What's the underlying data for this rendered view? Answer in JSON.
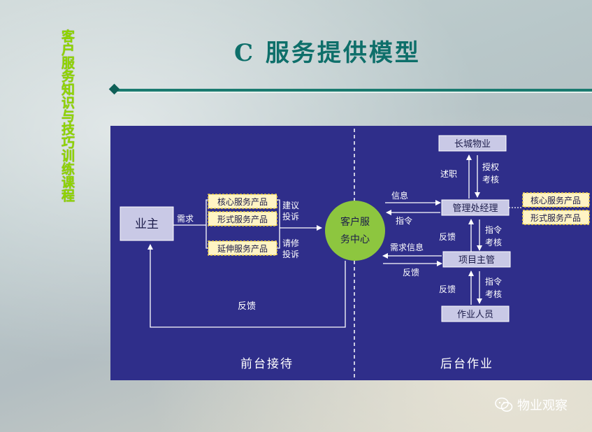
{
  "side_title": "客户服务知识与技巧训练课程",
  "title": "C 服务提供模型",
  "diagram": {
    "owner": "业主",
    "demand": "需求",
    "core_product": "核心服务产品",
    "form_product": "形式服务产品",
    "ext_product": "延伸服务产品",
    "suggest": "建议",
    "complain1": "投诉",
    "repair": "请修",
    "complain2": "投诉",
    "center_line1": "客户服",
    "center_line2": "务中心",
    "feedback_bottom": "反馈",
    "front_label": "前台接待",
    "back_label": "后台作业",
    "company": "长城物业",
    "report": "述职",
    "authorize": "授权",
    "assess1": "考核",
    "info": "信息",
    "command1": "指令",
    "manager": "管理处经理",
    "core_product_r": "核心服务产品",
    "form_product_r": "形式服务产品",
    "feedback1": "反馈",
    "command2": "指令",
    "assess2": "考核",
    "demand_info": "需求信息",
    "feedback2": "反馈",
    "supervisor": "项目主管",
    "feedback3": "反馈",
    "command3": "指令",
    "assess3": "考核",
    "workers": "作业人员"
  },
  "watermark": "物业观察",
  "colors": {
    "panel": "#2f2e8a",
    "box_lavender": "#c9c9e6",
    "box_yellow_border": "#f2d24a",
    "center_circle": "#8dc63f",
    "title": "#0e6f6a",
    "side_title": "#8fd400"
  }
}
